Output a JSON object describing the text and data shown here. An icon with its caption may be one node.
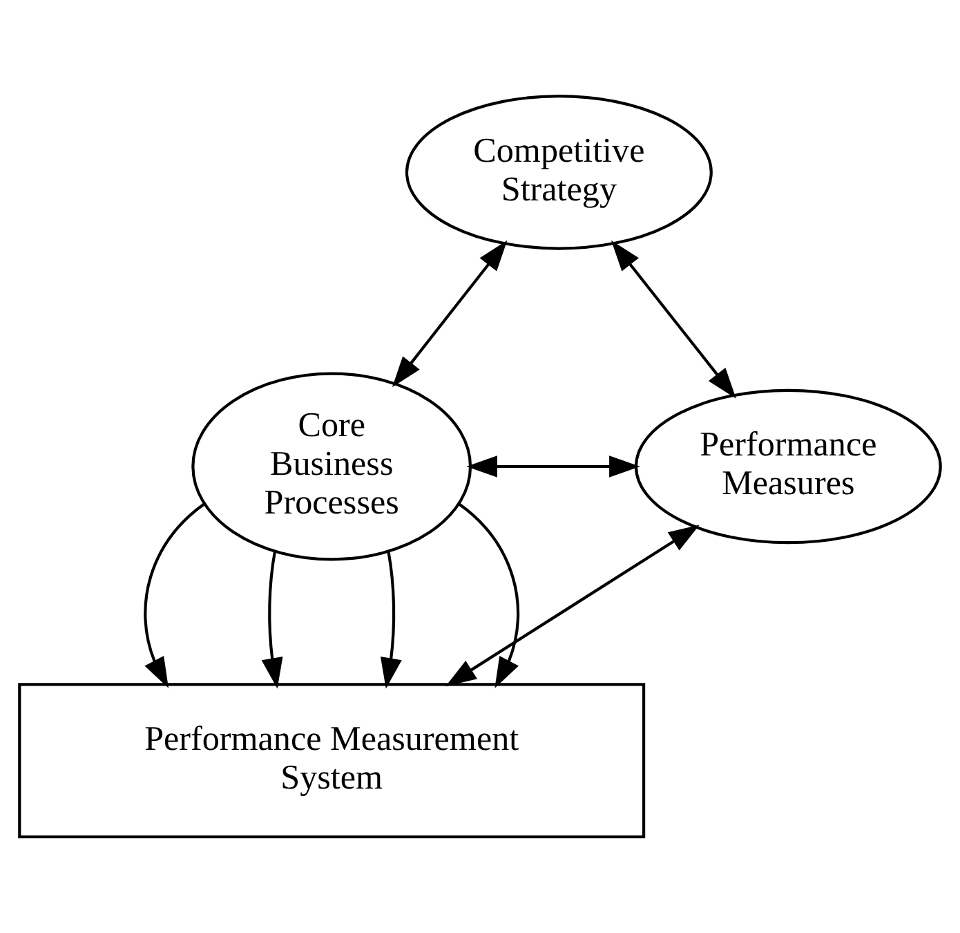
{
  "diagram": {
    "nodes": [
      {
        "text": [
          "Competitive Strategy"
        ]
      },
      {
        "text": [
          "Core Business Processes"
        ]
      },
      {
        "text": [
          "Performance Measures"
        ]
      },
      {
        "text": [
          "Performance Measurement System"
        ]
      }
    ],
    "edges": [
      {
        "from": 0,
        "to": 1,
        "arrow": "both"
      },
      {
        "from": 0,
        "to": 2,
        "arrow": "both"
      },
      {
        "from": 1,
        "to": 2,
        "arrow": "both"
      },
      {
        "from": 1,
        "to": 3,
        "arrow": "to"
      },
      {
        "from": 1,
        "to": 3,
        "arrow": "to"
      },
      {
        "from": 1,
        "to": 3,
        "arrow": "to"
      },
      {
        "from": 1,
        "to": 3,
        "arrow": "to"
      },
      {
        "from": 2,
        "to": 3,
        "arrow": "both"
      }
    ]
  }
}
